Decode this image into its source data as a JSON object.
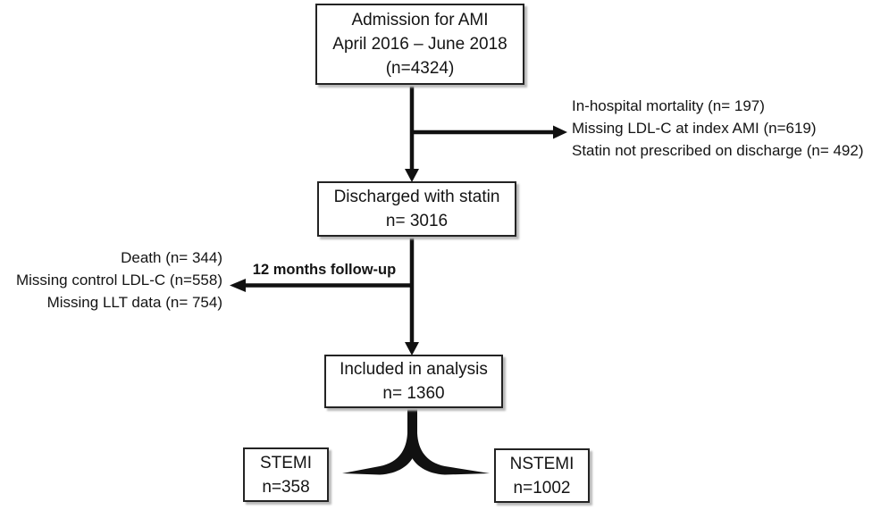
{
  "boxes": {
    "admission": {
      "lines": [
        "Admission for AMI",
        "April 2016 – June 2018",
        "(n=4324)"
      ]
    },
    "discharged": {
      "lines": [
        "Discharged with statin",
        "n= 3016"
      ]
    },
    "included": {
      "lines": [
        "Included in analysis",
        "n= 1360"
      ]
    },
    "stemi": {
      "lines": [
        "STEMI",
        "n=358"
      ]
    },
    "nstemi": {
      "lines": [
        "NSTEMI",
        "n=1002"
      ]
    }
  },
  "exclusions": {
    "right": [
      "In-hospital mortality (n= 197)",
      "Missing LDL-C at index AMI (n=619)",
      "Statin not prescribed on discharge (n= 492)"
    ],
    "left": [
      "Death (n= 344)",
      "Missing control LDL-C (n=558)",
      "Missing LLT data (n= 754)"
    ]
  },
  "labels": {
    "follow_up": "12 months follow-up"
  },
  "colors": {
    "line": "#111111",
    "box_border": "#232323",
    "box_background": "#ffffff",
    "text": "#141414",
    "shadow": "#b9b9b9"
  }
}
